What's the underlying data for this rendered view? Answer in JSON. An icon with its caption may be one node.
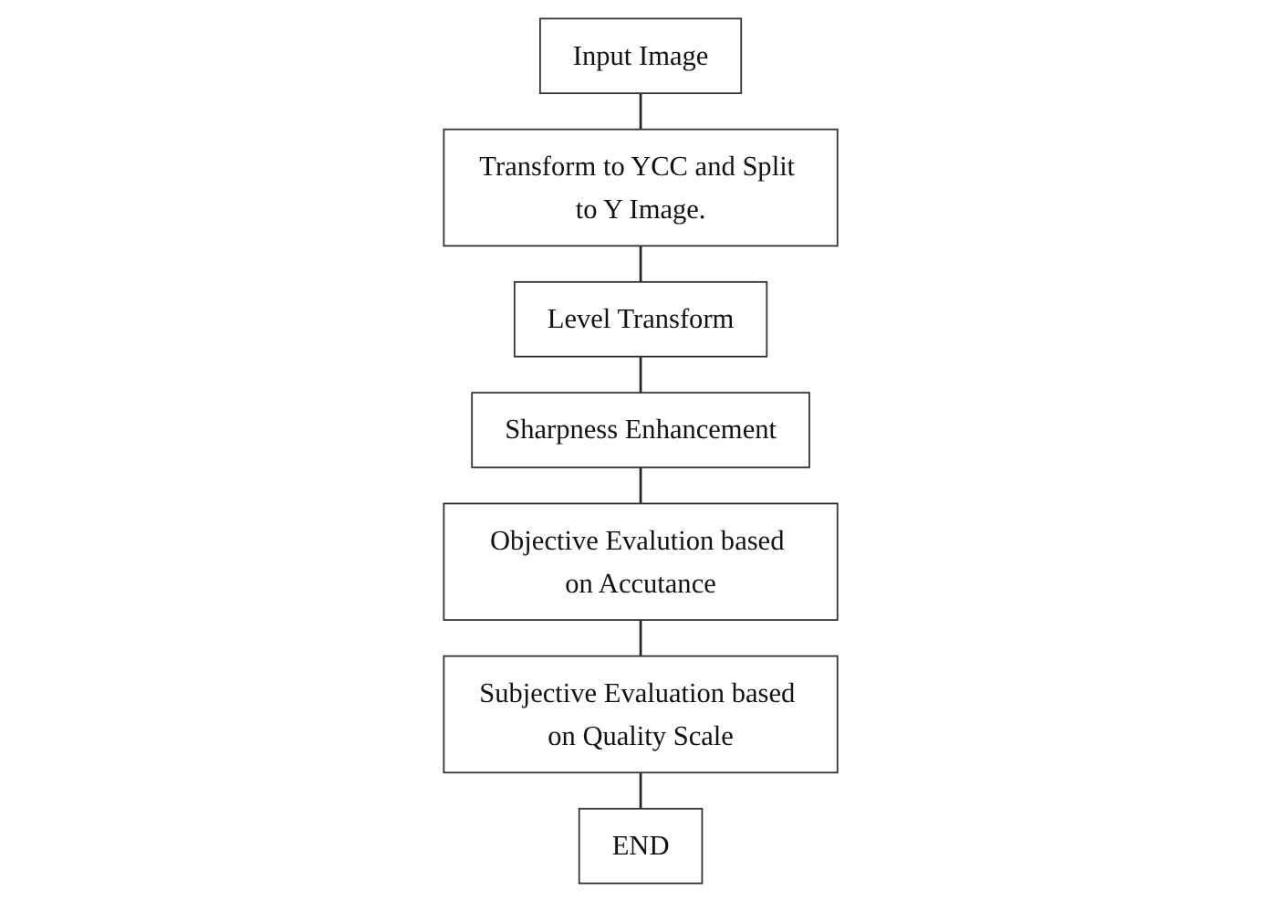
{
  "diagram": {
    "nodes": [
      {
        "text": [
          "Input Image"
        ]
      },
      {
        "text": [
          "Transform to YCC and Split to Y Image."
        ]
      },
      {
        "text": [
          "Level Transform"
        ]
      },
      {
        "text": [
          "Sharpness Enhancement"
        ]
      },
      {
        "text": [
          "Objective Evalution based on Accutance"
        ]
      },
      {
        "text": [
          "Subjective Evaluation based on Quality Scale"
        ]
      },
      {
        "text": [
          "END"
        ]
      }
    ],
    "edges": [
      {
        "from": 0,
        "to": 1,
        "arrow": "none"
      },
      {
        "from": 1,
        "to": 2,
        "arrow": "none"
      },
      {
        "from": 2,
        "to": 3,
        "arrow": "none"
      },
      {
        "from": 3,
        "to": 4,
        "arrow": "none"
      },
      {
        "from": 4,
        "to": 5,
        "arrow": "none"
      },
      {
        "from": 5,
        "to": 6,
        "arrow": "none"
      }
    ]
  }
}
